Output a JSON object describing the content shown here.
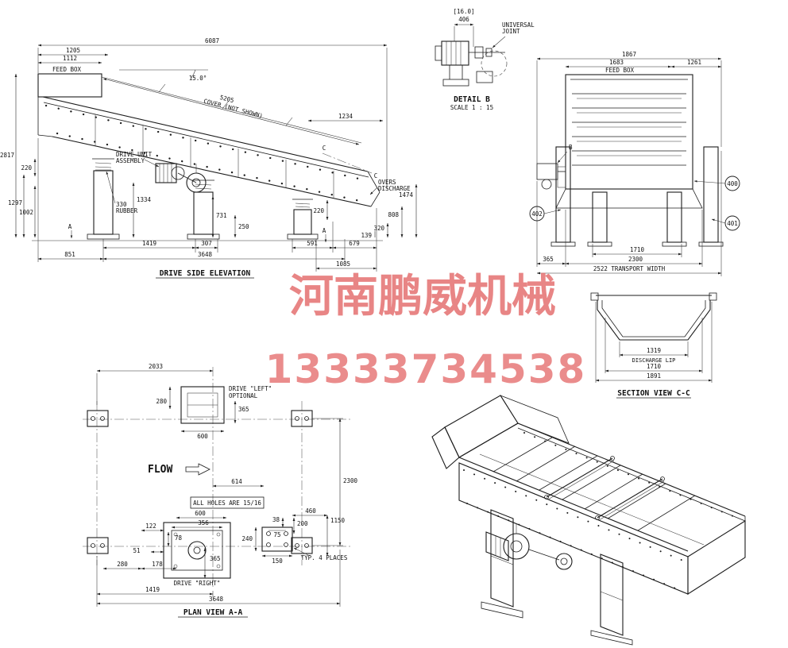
{
  "watermark": {
    "line1": "河南鹏威机械",
    "line2": "13333734538",
    "color": "#e57070"
  },
  "drive_side": {
    "title": "DRIVE SIDE ELEVATION",
    "feed_box": "FEED BOX",
    "cover": "COVER (NOT SHOWN)",
    "angle": "15.0°",
    "drive_unit_1": "DRIVE UNIT",
    "drive_unit_2": "ASSEMBLY",
    "rubber_1": "330",
    "rubber_2": "RUBBER",
    "overs_1": "OVERS",
    "overs_2": "DISCHARGE",
    "sec_a": "A",
    "sec_c": "C",
    "d6087": "6087",
    "d1205": "1205",
    "d1112": "1112",
    "d5205": "5205",
    "d1234": "1234",
    "d2817": "2817",
    "d220l": "220",
    "d1297": "1297",
    "d1002": "1002",
    "d1334": "1334",
    "d731": "731",
    "d250": "250",
    "d220r": "220",
    "d1474": "1474",
    "d808": "808",
    "d320": "320",
    "d139": "139",
    "d851": "851",
    "d1419": "1419",
    "d307": "307",
    "d3648": "3648",
    "d591": "591",
    "d679": "679",
    "d1085": "1085"
  },
  "detail_b": {
    "bracket": "[16.0]",
    "d406": "406",
    "uj1": "UNIVERSAL",
    "uj2": "JOINT",
    "title": "DETAIL B",
    "scale": "SCALE 1 : 15"
  },
  "end_view": {
    "feed_box": "FEED BOX",
    "marker_b": "B",
    "d1867": "1867",
    "d1683": "1683",
    "d1261": "1261",
    "d1710": "1710",
    "d2300": "2300",
    "d365": "365",
    "transport": "2522 TRANSPORT WIDTH",
    "b400": "400",
    "b402": "402",
    "b401": "401"
  },
  "section_cc": {
    "title": "SECTION VIEW C-C",
    "d1319": "1319",
    "lip": "DISCHARGE LIP",
    "d1710": "1710",
    "d1891": "1891"
  },
  "plan": {
    "title": "PLAN VIEW A-A",
    "flow": "FLOW",
    "drive_left_1": "DRIVE \"LEFT\"",
    "drive_left_2": "OPTIONAL",
    "drive_right": "DRIVE \"RIGHT\"",
    "holes_note": "ALL HOLES ARE 15/16",
    "typ": "TYP. 4 PLACES",
    "d2033": "2033",
    "d280a": "280",
    "d365a": "365",
    "d600a": "600",
    "d614": "614",
    "d2300": "2300",
    "d600b": "600",
    "d460": "460",
    "d38": "38",
    "d200": "200",
    "d1150": "1150",
    "d122": "122",
    "d356": "356",
    "d78": "78",
    "d240": "240",
    "d75": "75",
    "d51": "51",
    "d280b": "280",
    "d178": "178",
    "d365b": "365",
    "d150": "150",
    "d1419": "1419",
    "d3648": "3648"
  }
}
